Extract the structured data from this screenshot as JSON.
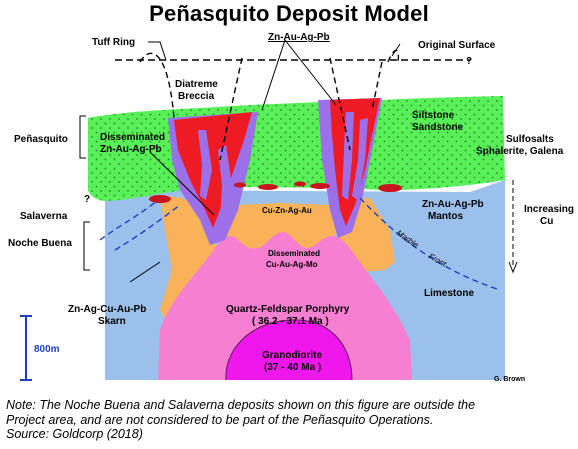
{
  "title": "Peñasquito Deposit Model",
  "labels": {
    "tuff_ring": "Tuff Ring",
    "zn_au_ag_pb_top": "Zn-Au-Ag-Pb",
    "original_surface": "Original  Surface",
    "question_mark_top": "?",
    "diatreme_line1": "Diatreme",
    "diatreme_line2": "Breccia",
    "penasquito": "Peñasquito",
    "disseminated_line1": "Disseminated",
    "disseminated_line2": "Zn-Au-Ag-Pb",
    "siltstone_line1": "Siltstone",
    "siltstone_line2": "Sandstone",
    "sulfosalts_line1": "Sulfosalts",
    "sulfosalts_line2": "Sphalerite, Galena",
    "question_mark_left": "?",
    "salaverna": "Salaverna",
    "noche_buena": "Noche Buena",
    "cu_zn_ag_au": "Cu-Zn-Ag-Au",
    "mantos_line1": "Zn-Au-Ag-Pb",
    "mantos_line2": "Mantos",
    "increasing_line1": "Increasing",
    "increasing_line2": "Cu",
    "marble": "Marble",
    "front": "Front",
    "dissem_cu_line1": "Disseminated",
    "dissem_cu_line2": "Cu-Au-Ag-Mo",
    "limestone": "Limestone",
    "skarn_line1": "Zn-Ag-Cu-Au-Pb",
    "skarn_line2": "Skarn",
    "porphyry_line1": "Quartz-Feldspar Porphyry",
    "porphyry_line2": "( 36.2 - 37.1 Ma )",
    "granodiorite_line1": "Granodiorite",
    "granodiorite_line2": "(37 - 40 Ma )",
    "scale": "800m",
    "author": "G. Brown"
  },
  "note": {
    "line1": "Note: The Noche Buena and Salaverna deposits shown on this figure are outside the",
    "line2": "Project area, and are not considered to be part of the Peñasquito Operations.",
    "line3": "Source: Goldcorp (2018)"
  },
  "colors": {
    "limestone_blue": "#9cc0ec",
    "siltstone_green": "#58ef58",
    "porphyry_pink": "#f77fd1",
    "granodiorite_magenta": "#ef17ec",
    "skarn_orange": "#f8b35a",
    "breccia_red": "#ee1b24",
    "purple_zone": "#9b70e8",
    "manto_red": "#c8141e",
    "scale_blue": "#1d3fc8"
  }
}
